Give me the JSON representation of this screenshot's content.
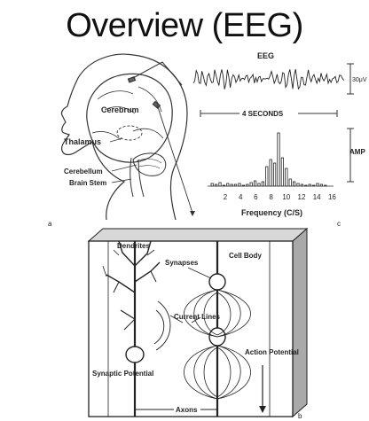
{
  "title": "Overview (EEG)",
  "head": {
    "cerebrum": "Cerebrum",
    "thalamus": "Thalamus",
    "cerebellum": "Cerebellum",
    "brain_stem": "Brain Stem",
    "panel_label": "a"
  },
  "eeg": {
    "label": "EEG",
    "scale": "30μV",
    "duration": "4 SECONDS"
  },
  "spectrum": {
    "ylabel": "AMP",
    "xlabel": "Frequency (C/S)",
    "ticks": [
      "2",
      "4",
      "6",
      "8",
      "10",
      "12",
      "14",
      "16"
    ],
    "panel_label": "c"
  },
  "cortex": {
    "dendrites": "Dendrites",
    "synapses": "Synapses",
    "cell_body": "Cell Body",
    "current_lines": "Current Lines",
    "synaptic_potential": "Synaptic Potential",
    "action_potential": "Action Potential",
    "axons": "Axons",
    "panel_label": "b"
  }
}
